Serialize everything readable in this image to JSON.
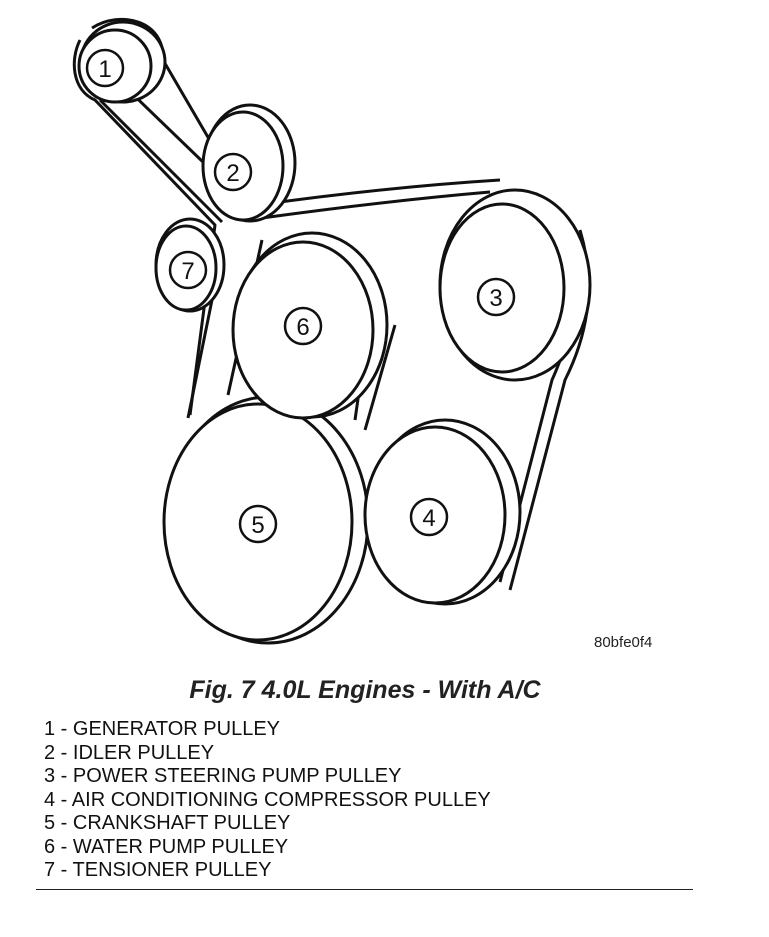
{
  "figure": {
    "code": "80bfe0f4",
    "caption": "Fig. 7 4.0L Engines - With A/C"
  },
  "callouts": [
    "1",
    "2",
    "3",
    "4",
    "5",
    "6",
    "7"
  ],
  "legend": [
    "1 - GENERATOR PULLEY",
    "2 - IDLER PULLEY",
    "3 - POWER STEERING PUMP PULLEY",
    "4 - AIR CONDITIONING COMPRESSOR PULLEY",
    "5 - CRANKSHAFT PULLEY",
    "6 - WATER PUMP PULLEY",
    "7 - TENSIONER PULLEY"
  ]
}
